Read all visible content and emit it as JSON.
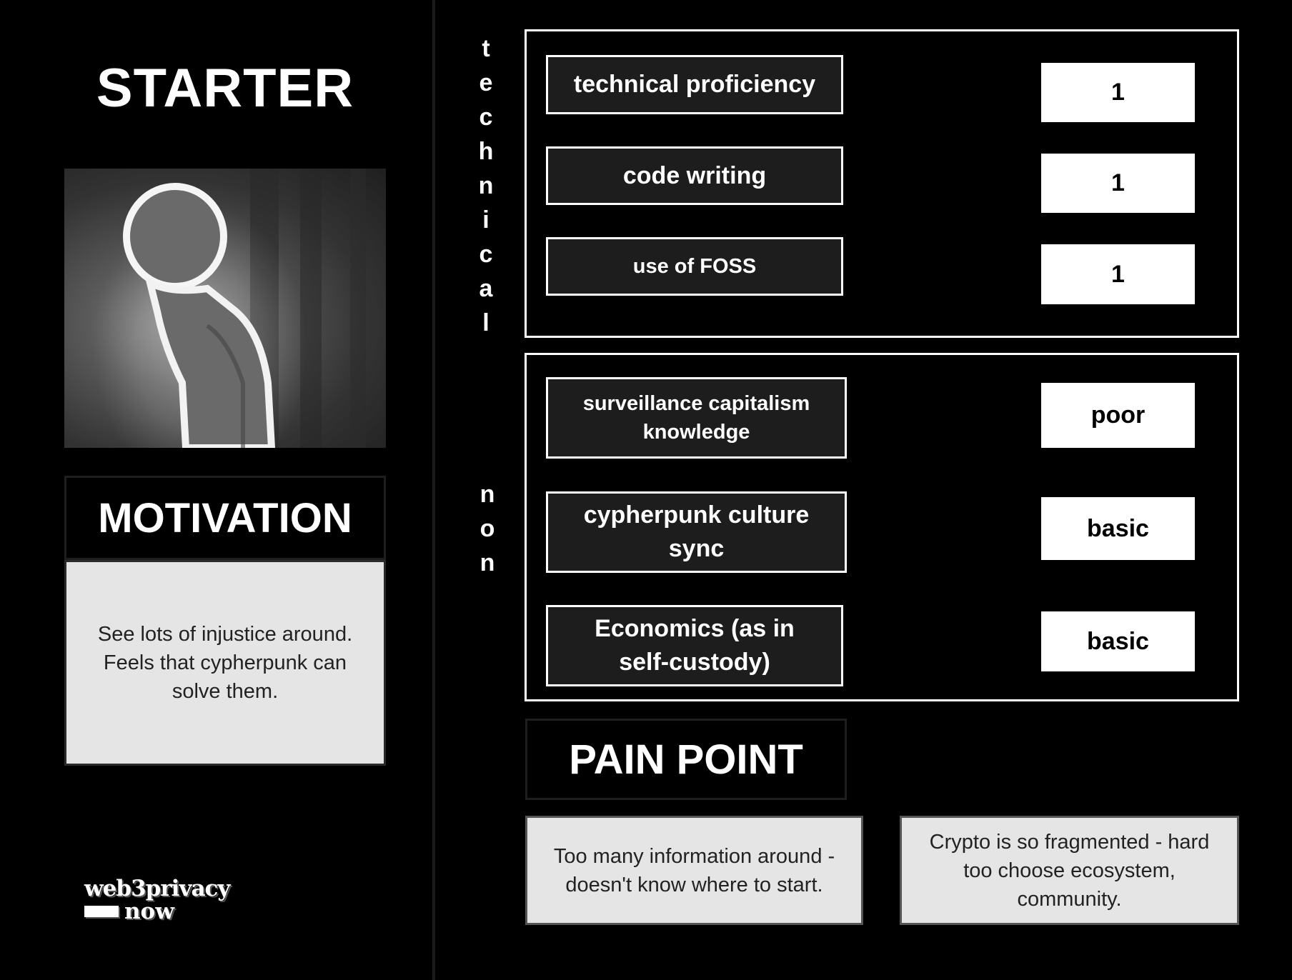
{
  "persona": {
    "title": "STARTER"
  },
  "motivation": {
    "heading": "MOTIVATION",
    "text": "See lots of injustice around. Feels that cypherpunk can solve them."
  },
  "technical": {
    "label_letters": [
      "t",
      "e",
      "c",
      "h",
      "n",
      "i",
      "c",
      "a",
      "l"
    ],
    "skills": [
      {
        "name": "technical proficiency",
        "value": "1"
      },
      {
        "name": "code writing",
        "value": "1"
      },
      {
        "name": "use of FOSS",
        "value": "1"
      }
    ]
  },
  "non_technical": {
    "label_letters": [
      "n",
      "o",
      "n"
    ],
    "skills": [
      {
        "name": "surveillance capitalism knowledge",
        "value": "poor"
      },
      {
        "name": "cypherpunk culture sync",
        "value": "basic"
      },
      {
        "name": "Economics (as in self-custody)",
        "value": "basic"
      }
    ]
  },
  "pain_point": {
    "heading": "PAIN POINT",
    "items": [
      "Too many information around - doesn't know where to start.",
      "Crypto is so fragmented - hard too choose ecosystem, community."
    ]
  },
  "logo": {
    "line1": "web3privacy",
    "line2": "now"
  }
}
